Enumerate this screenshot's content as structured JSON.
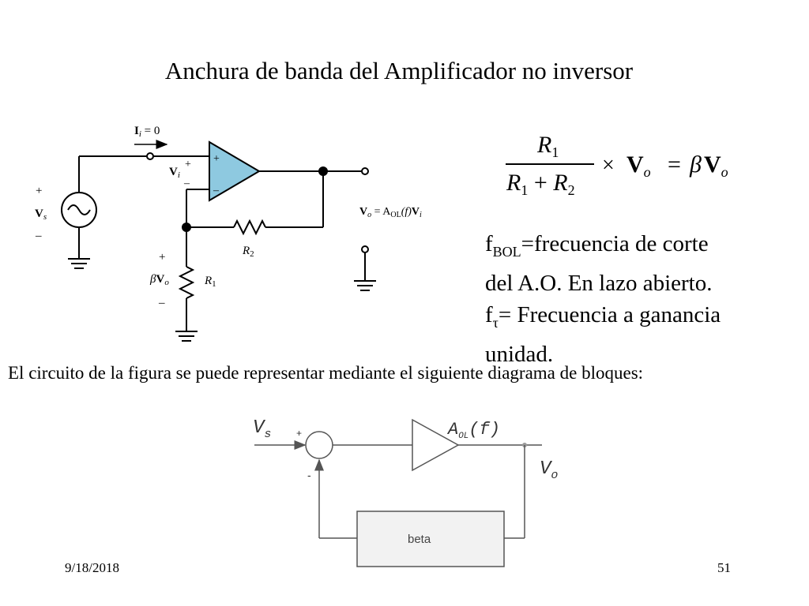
{
  "title": "Anchura de banda del Amplificador no inversor",
  "circuit": {
    "ii_label": "I",
    "ii_sub": "i",
    "ii_eq": " = 0",
    "vi_label": "V",
    "vi_sub": "i",
    "vs_label": "V",
    "vs_sub": "s",
    "bvo_beta": "β",
    "bvo_v": "V",
    "bvo_sub": "o",
    "r1_label": "R",
    "r1_sub": "1",
    "r2_label": "R",
    "r2_sub": "2",
    "vo_eq_v": "V",
    "vo_eq_sub": "o",
    "vo_eq_mid": " = A",
    "vo_eq_ol": "OL",
    "vo_eq_f": "(f)",
    "vo_eq_vi": "V",
    "vo_eq_vi_sub": "i",
    "plus": "+",
    "minus": "–"
  },
  "formula": {
    "num_r": "R",
    "num_sub": "1",
    "den_r1": "R",
    "den_sub1": "1",
    "den_plus": " + ",
    "den_r2": "R",
    "den_sub2": "2",
    "times": "×",
    "vo": "V",
    "vo_sub": "o",
    "equals": "=",
    "beta": "β",
    "bvo": "V",
    "bvo_sub": "o"
  },
  "notes": {
    "line1_f": "f",
    "line1_sub": "BOL",
    "line1_rest": "=frecuencia de corte",
    "line2": "del A.O. En lazo abierto.",
    "line3_f": "f",
    "line3_sub": "τ",
    "line3_rest": "= Frecuencia a ganancia",
    "line4": "unidad."
  },
  "caption": "El circuito de la figura se puede representar mediante el siguiente diagrama de bloques:",
  "block": {
    "vs": "V",
    "vs_sub": "s",
    "plus": "+",
    "minus": "-",
    "aol": "A",
    "aol_sub": "OL",
    "aol_f": "(f)",
    "vo": "V",
    "vo_sub": "o",
    "beta": "beta"
  },
  "footer": {
    "date": "9/18/2018",
    "page": "51"
  },
  "colors": {
    "opamp_fill": "#8ec9e0",
    "beta_box_fill": "#f2f2f2",
    "block_line": "#555555"
  }
}
